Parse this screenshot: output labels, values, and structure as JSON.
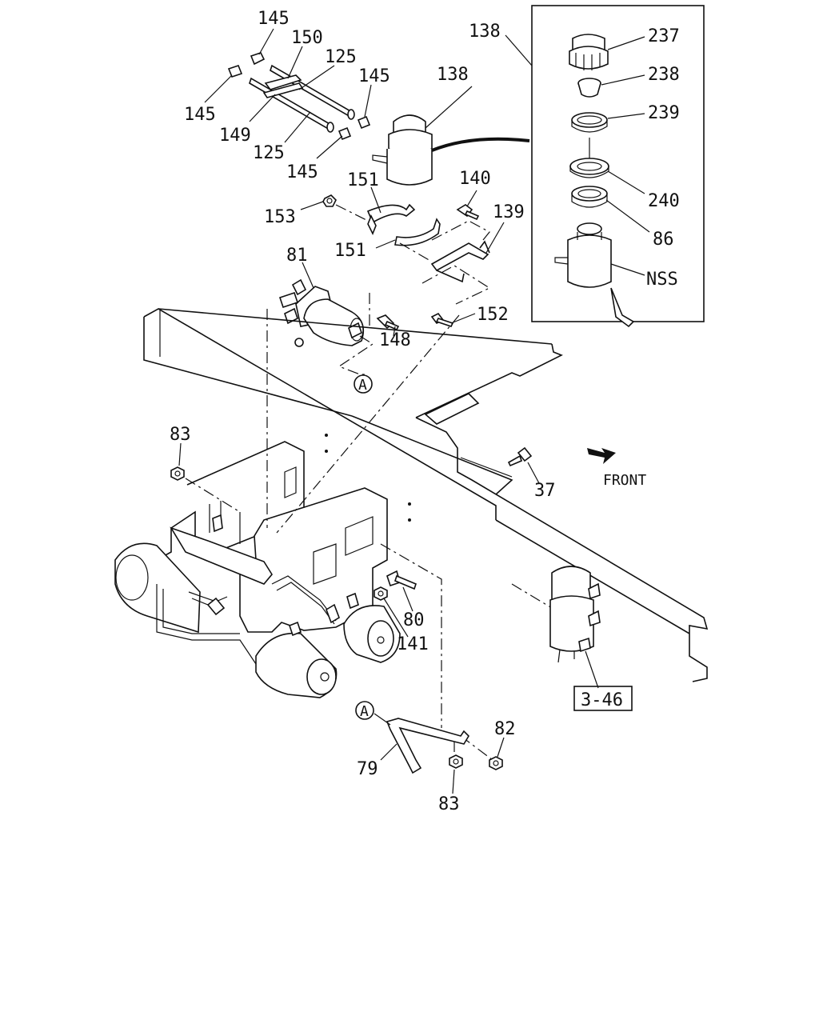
{
  "labels": {
    "l145a": "145",
    "l150": "150",
    "l125a": "125",
    "l145b": "145",
    "l138a": "138",
    "l145c": "145",
    "l149": "149",
    "l125b": "125",
    "l145d": "145",
    "l138b": "138",
    "l237": "237",
    "l238": "238",
    "l239": "239",
    "l240": "240",
    "l86": "86",
    "lNSS": "NSS",
    "l151a": "151",
    "l140": "140",
    "l139": "139",
    "l153": "153",
    "l151b": "151",
    "l81": "81",
    "l152": "152",
    "l148": "148",
    "lA1": "A",
    "l83a": "83",
    "l37": "37",
    "front": "FRONT",
    "l80": "80",
    "l141": "141",
    "ref": "3-46",
    "lA2": "A",
    "l82": "82",
    "l79": "79",
    "l83b": "83"
  }
}
